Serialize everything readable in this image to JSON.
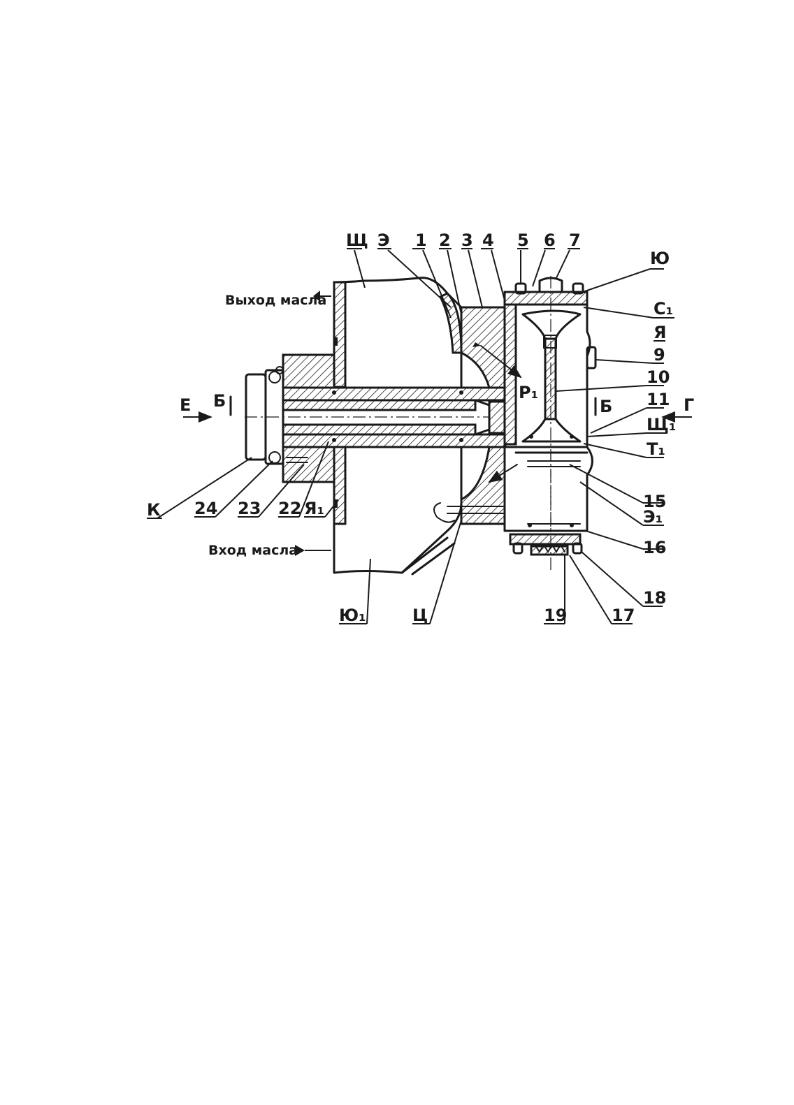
{
  "labels": {
    "shch": "Щ",
    "e": "Э",
    "n1": "1",
    "n2": "2",
    "n3": "3",
    "n4": "4",
    "n5": "5",
    "n6": "6",
    "n7": "7",
    "yu": "Ю",
    "s1": "С₁",
    "ya": "Я",
    "n9": "9",
    "n10": "10",
    "n11": "11",
    "shch1": "Щ₁",
    "t1": "Т₁",
    "n15": "15",
    "e1": "Э₁",
    "n16": "16",
    "n18": "18",
    "n17": "17",
    "n19": "19",
    "ts": "Ц",
    "yu1": "Ю₁",
    "ya1": "Я₁",
    "n22": "22",
    "n23": "23",
    "n24": "24",
    "k": "К",
    "ye": "Е",
    "b_left": "Б",
    "b_right": "Б",
    "g": "Г",
    "p1": "Р₁"
  },
  "flow": {
    "outlet": "Выход масла",
    "inlet": "Вход масла"
  }
}
